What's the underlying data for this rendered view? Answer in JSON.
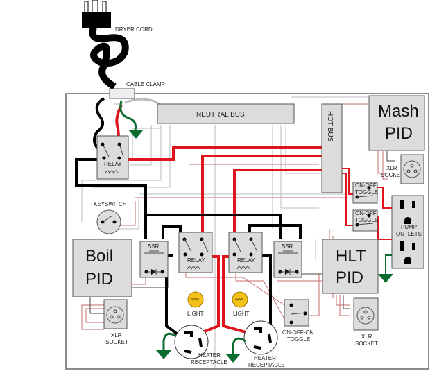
{
  "diagram": {
    "title": "Brewery control panel wiring diagram",
    "labels": {
      "dryer_cord": "DRYER CORD",
      "cable_clamp": "CABLE CLAMP",
      "neutral_bus": "NEUTRAL BUS",
      "hot_bus": "HOT BUS",
      "mash_pid_line1": "Mash",
      "mash_pid_line2": "PID",
      "boil_pid_line1": "Boil",
      "boil_pid_line2": "PID",
      "hlt_pid_line1": "HLT",
      "hlt_pid_line2": "PID",
      "main_relay": "RELAY",
      "keyswitch": "KEYSWITCH",
      "ssr_boil": "SSR",
      "ssr_hlt": "SSR",
      "relay_boil": "RELAY",
      "relay_hlt": "RELAY",
      "light_boil": "LIGHT",
      "light_hlt": "LIGHT",
      "heater_receptacle_boil_1": "HEATER",
      "heater_receptacle_boil_2": "RECEPTACLE",
      "heater_receptacle_hlt_1": "HEATER",
      "heater_receptacle_hlt_2": "RECEPTACLE",
      "toggle_3way_1": "ON-OFF-ON",
      "toggle_3way_2": "TOGGLE",
      "toggle_pump1_1": "ON-OFF",
      "toggle_pump1_2": "TOGGLE",
      "toggle_pump2_1": "ON-OFF",
      "toggle_pump2_2": "TOGGLE",
      "pump_outlets_1": "PUMP",
      "pump_outlets_2": "OUTLETS",
      "xlr_mash_1": "XLR",
      "xlr_mash_2": "SOCKET",
      "xlr_boil_1": "XLR",
      "xlr_boil_2": "SOCKET",
      "xlr_hlt_1": "XLR",
      "xlr_hlt_2": "SOCKET"
    },
    "colors": {
      "hot_wire": "#e0141c",
      "neutral_wire": "#000000",
      "ground_wire": "#0a6b2e",
      "component_fill": "#dcdcdc",
      "light_fill": "#f2c21b"
    }
  }
}
